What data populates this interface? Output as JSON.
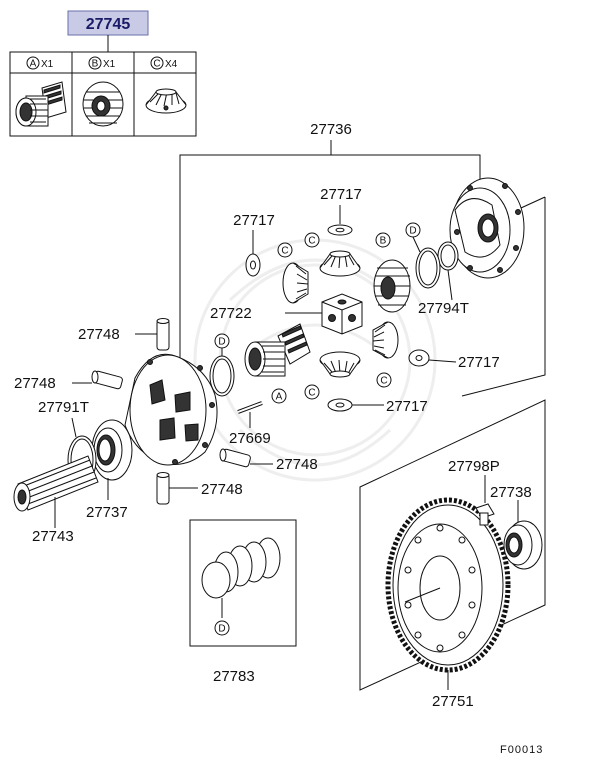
{
  "kit": {
    "part_number": "27745",
    "columns": [
      {
        "key": "A",
        "qty": "X1"
      },
      {
        "key": "B",
        "qty": "X1"
      },
      {
        "key": "C",
        "qty": "X4"
      }
    ]
  },
  "labels": {
    "p27736": "27736",
    "p27717_top": "27717",
    "p27717_left": "27717",
    "p27717_right": "27717",
    "p27717_bottom": "27717",
    "p27722": "27722",
    "p27794t": "27794T",
    "p27748_a": "27748",
    "p27748_b": "27748",
    "p27748_c": "27748",
    "p27748_d": "27748",
    "p27791t": "27791T",
    "p27669": "27669",
    "p27737": "27737",
    "p27743": "27743",
    "p27798p": "27798P",
    "p27738": "27738",
    "p27783": "27783",
    "p27751": "27751"
  },
  "callouts": {
    "a1": "A",
    "a2": "A",
    "b1": "B",
    "b2": "B",
    "c1": "C",
    "c2": "C",
    "c3": "C",
    "c4": "C",
    "d1": "D",
    "d2": "D",
    "d3": "D"
  },
  "figure_code": "F00013"
}
